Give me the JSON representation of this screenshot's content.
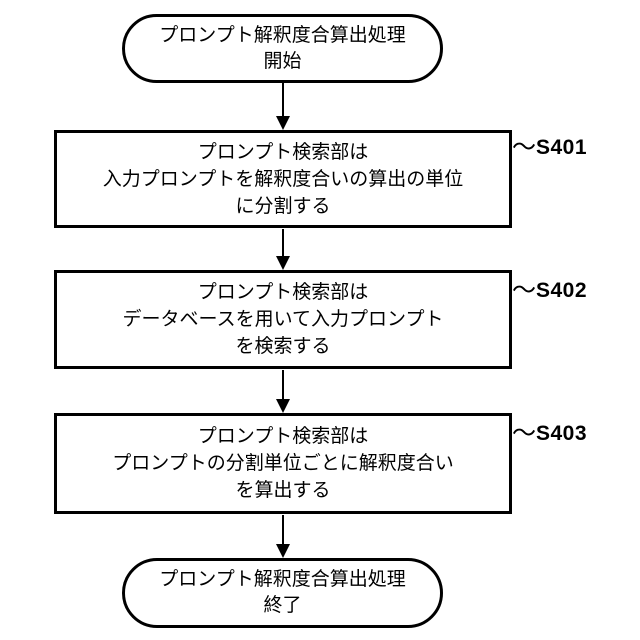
{
  "flowchart": {
    "start_terminal": {
      "line1": "プロンプト解釈度合算出処理",
      "line2": "開始"
    },
    "steps": [
      {
        "id": "S401",
        "connector": "〜",
        "line1": "プロンプト検索部は",
        "line2": "入力プロンプトを解釈度合いの算出の単位",
        "line3": "に分割する"
      },
      {
        "id": "S402",
        "connector": "〜",
        "line1": "プロンプト検索部は",
        "line2": "データベースを用いて入力プロンプト",
        "line3": "を検索する"
      },
      {
        "id": "S403",
        "connector": "〜",
        "line1": "プロンプト検索部は",
        "line2": "プロンプトの分割単位ごとに解釈度合い",
        "line3": "を算出する"
      }
    ],
    "end_terminal": {
      "line1": "プロンプト解釈度合算出処理",
      "line2": "終了"
    },
    "colors": {
      "stroke": "#000000",
      "background": "#ffffff",
      "text": "#000000"
    }
  }
}
